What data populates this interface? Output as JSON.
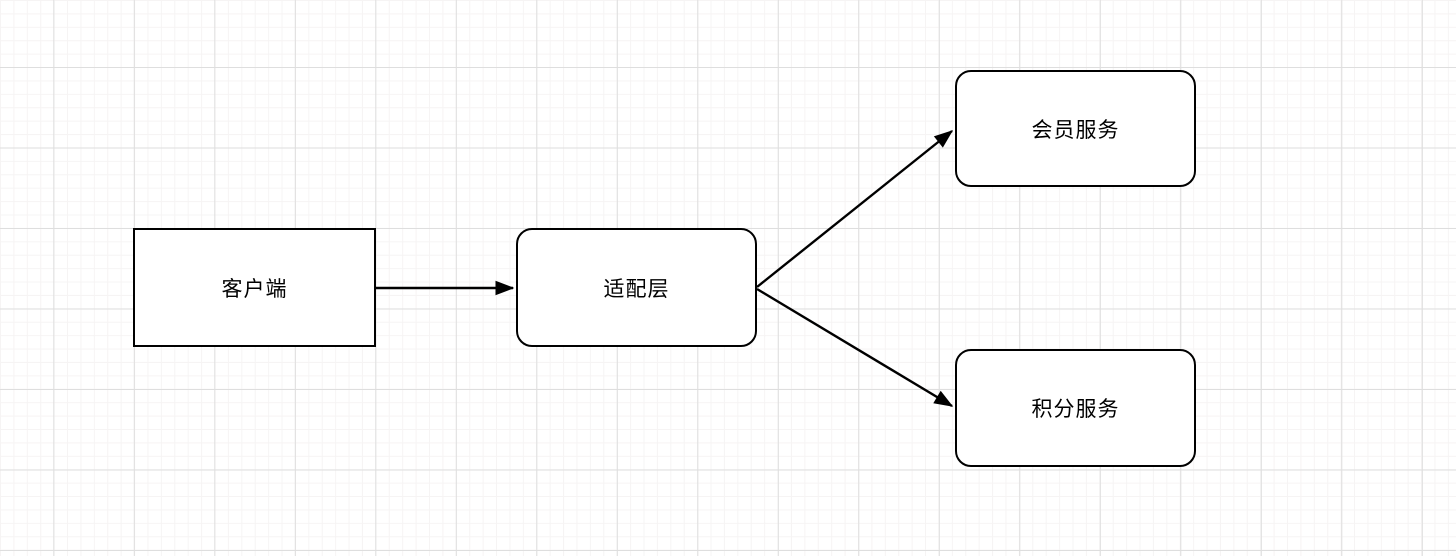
{
  "diagram": {
    "type": "flowchart",
    "nodes": [
      {
        "id": "client",
        "label": "客户端",
        "shape": "rectangle"
      },
      {
        "id": "adapter",
        "label": "适配层",
        "shape": "rounded-rectangle"
      },
      {
        "id": "member-service",
        "label": "会员服务",
        "shape": "rounded-rectangle"
      },
      {
        "id": "points-service",
        "label": "积分服务",
        "shape": "rounded-rectangle"
      }
    ],
    "edges": [
      {
        "from": "client",
        "to": "adapter",
        "style": "solid-arrow"
      },
      {
        "from": "adapter",
        "to": "member-service",
        "style": "solid-arrow"
      },
      {
        "from": "adapter",
        "to": "points-service",
        "style": "solid-arrow"
      }
    ],
    "colors": {
      "canvas": "#ffffff",
      "grid_minor": "#f6f4f4",
      "grid_major": "#dedede",
      "node_fill": "#ffffff",
      "node_border": "#000000",
      "edge": "#000000"
    }
  }
}
